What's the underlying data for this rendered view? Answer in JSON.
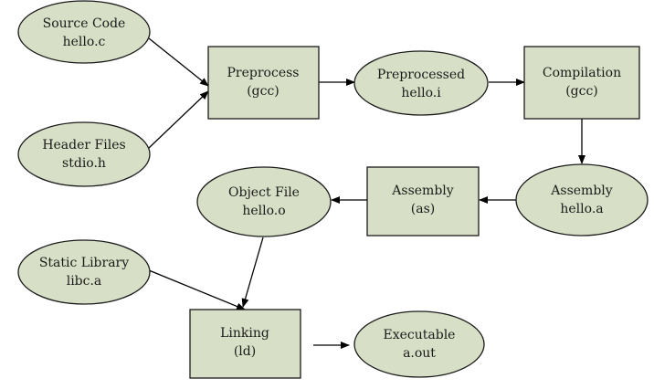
{
  "nodes": {
    "source_code": {
      "line1": "Source Code",
      "line2": "hello.c"
    },
    "header_files": {
      "line1": "Header Files",
      "line2": "stdio.h"
    },
    "preprocess": {
      "line1": "Preprocess",
      "line2": "(gcc)"
    },
    "preprocessed": {
      "line1": "Preprocessed",
      "line2": "hello.i"
    },
    "compilation": {
      "line1": "Compilation",
      "line2": "(gcc)"
    },
    "assembly_file": {
      "line1": "Assembly",
      "line2": "hello.a"
    },
    "assembly_step": {
      "line1": "Assembly",
      "line2": "(as)"
    },
    "object_file": {
      "line1": "Object File",
      "line2": "hello.o"
    },
    "static_library": {
      "line1": "Static Library",
      "line2": "libc.a"
    },
    "linking": {
      "line1": "Linking",
      "line2": "(ld)"
    },
    "executable": {
      "line1": "Executable",
      "line2": "a.out"
    }
  },
  "colors": {
    "node_fill": "#d7e0c6",
    "stroke": "#1a1a1a"
  }
}
